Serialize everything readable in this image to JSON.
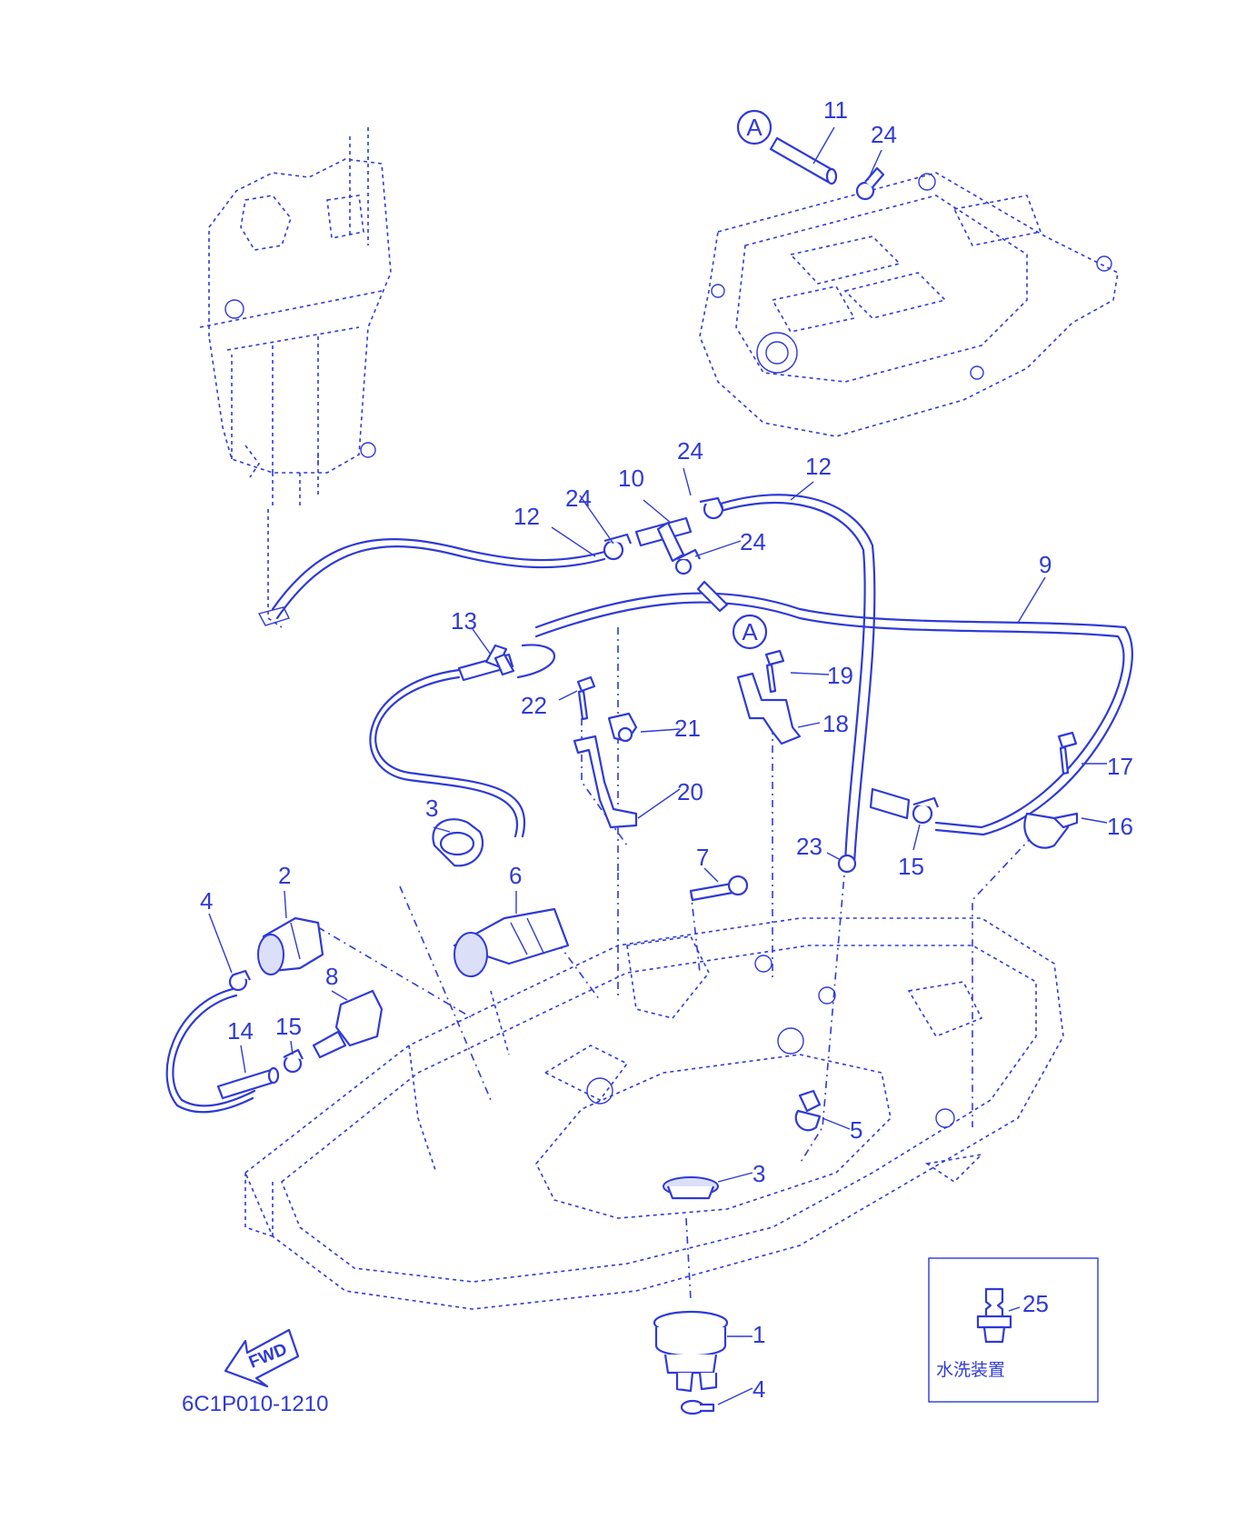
{
  "diagram": {
    "catalog_code": "6C1P010-1210",
    "inset_caption": "水洗装置",
    "fwd_label": "FWD",
    "reference_marker": "A",
    "callouts": [
      "1",
      "2",
      "3",
      "3",
      "4",
      "4",
      "5",
      "6",
      "7",
      "8",
      "9",
      "10",
      "11",
      "12",
      "12",
      "13",
      "14",
      "15",
      "15",
      "16",
      "17",
      "18",
      "19",
      "20",
      "21",
      "22",
      "23",
      "24",
      "24",
      "24",
      "24",
      "25"
    ]
  },
  "colors": {
    "line": "#2f3ad6",
    "background": "#ffffff"
  }
}
